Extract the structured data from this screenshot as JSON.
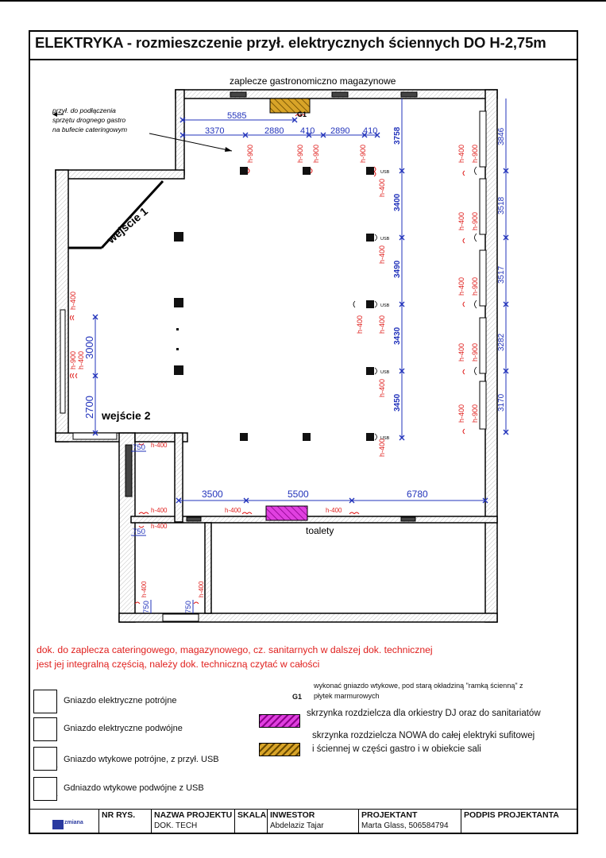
{
  "title": "ELEKTRYKA - rozmieszczenie przył. elektrycznych ściennych DO H-2,75m",
  "rooms": {
    "top_label": "zaplecze gastronomiczno magazynowe",
    "entrance1": "wejście 1",
    "entrance2": "wejście 2",
    "toilets": "toalety"
  },
  "callout": [
    "przył. do podłączenia",
    "sprzętu drognego gastro",
    "na bufecie cateringowym"
  ],
  "g1_label": "G1",
  "heights": {
    "h400": "h-400",
    "h900": "h-900",
    "usb": "USB"
  },
  "dims": {
    "d5585": "5585",
    "d3370": "3370",
    "d2880": "2880",
    "d410a": "410",
    "d2890": "2890",
    "d410b": "410",
    "d3758": "3758",
    "d3400": "3400",
    "d3490": "3490",
    "d3430": "3430",
    "d3450": "3450",
    "d3846": "3846",
    "d3518": "3518",
    "d3517": "3517",
    "d3282": "3282",
    "d3170": "3170",
    "d3000": "3000",
    "d2700": "2700",
    "d3500": "3500",
    "d5500": "5500",
    "d6780": "6780",
    "d750a": "750",
    "d750b": "750",
    "d750c": "750",
    "d750d": "750"
  },
  "notes": [
    "dok. do zaplecza cateringowego, magazynowego, cz. sanitarnych w dalszej dok. technicznej",
    "jest jej integralną częścią, należy dok. techniczną czytać w całości"
  ],
  "legend": {
    "triple": "Gniazdo elektryczne potrójne",
    "double": "Gniazdo elektryczne podwójne",
    "triple_usb": "Gniazdo wtykowe potrójne, z przył. USB",
    "double_usb": "Gdniazdo wtykowe podwójne z USB",
    "g1_key": "G1",
    "g1_text": [
      "wykonać gniazdo wtykowe, pod starą okładziną \"ramką ścienną\" z",
      "płytek marmurowych"
    ],
    "dj_box": "skrzynka rozdzielcza dla orkiestry DJ oraz do sanitariatów",
    "new_box": [
      "skrzynka rozdzielcza NOWA do całej elektryki sufitowej",
      "i ściennej w części gastro i w obiekcie sali"
    ],
    "usb_mark": "USB"
  },
  "colors": {
    "dim_blue": "#2233bb",
    "red": "#e0201e",
    "dj_magenta": "#d400d4",
    "new_box_gold": "#c99a1a"
  },
  "titleblock": {
    "nr_rys": "NR RYS.",
    "nazwa_label": "NAZWA PROJEKTU",
    "nazwa_value": "DOK. TECH",
    "skala": "SKALA",
    "inwestor_label": "INWESTOR",
    "inwestor_value": "Abdelaziz Tajar",
    "projektant_label": "PROJEKTANT",
    "projektant_value": "Marta Glass, 506584794",
    "podpis": "PODPIS PROJEKTANTA",
    "logo_text": "zmiana"
  }
}
